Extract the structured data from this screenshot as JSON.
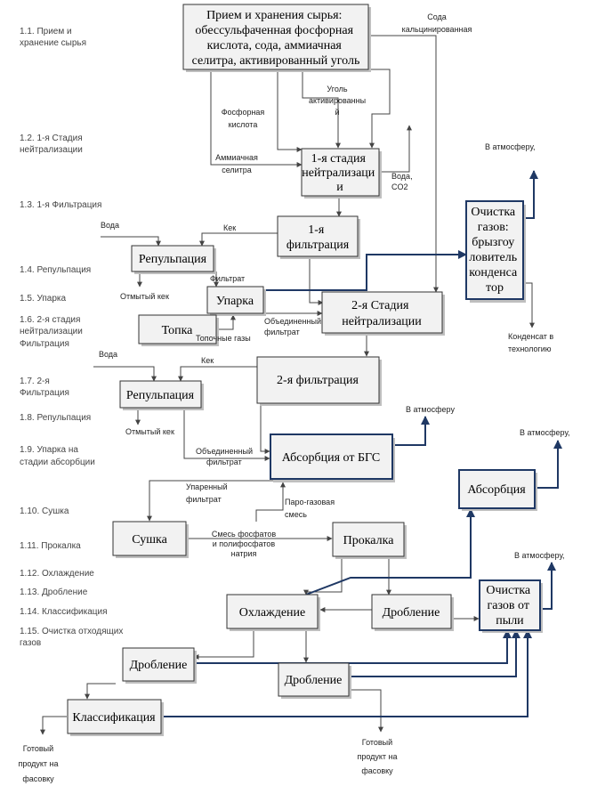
{
  "steps": [
    [
      "1.1. Прием и",
      "хранение сырья"
    ],
    [
      "1.2. 1-я Стадия",
      "нейтрализации"
    ],
    [
      "1.3. 1-я Фильтрация"
    ],
    [
      "1.4. Репульпация"
    ],
    [
      "1.5. Упарка"
    ],
    [
      "1.6. 2-я стадия",
      "нейтрализации",
      "Фильтрация"
    ],
    [
      "1.7. 2-я",
      "Фильтрация"
    ],
    [
      "1.8. Репульпация"
    ],
    [
      "1.9. Упарка на",
      "стадии абсорбции"
    ],
    [
      "1.10. Сушка"
    ],
    [
      "1.11. Прокалка"
    ],
    [
      "1.12. Охлаждение"
    ],
    [
      "1.13. Дробление"
    ],
    [
      "1.14. Классификация"
    ],
    [
      "1.15. Очистка отходящих",
      "газов"
    ]
  ],
  "boxes": {
    "raw": [
      "Прием и хранения сырья:",
      "обессульфаченная  фосфорная",
      "кислота, сода, аммиачная",
      "селитра, активированный уголь"
    ],
    "neut1": [
      "1-я стадия",
      "нейтрализаци",
      "и"
    ],
    "filt1": [
      "1-я",
      "фильтрация"
    ],
    "repulp1": [
      "Репульпация"
    ],
    "evap": [
      "Упарка"
    ],
    "furnace": [
      "Топка"
    ],
    "neut2": [
      "2-я Стадия",
      "нейтрализации"
    ],
    "gasclean": [
      "Очистка",
      "газов:",
      "брызгоу",
      "ловитель",
      "конденса",
      "тор"
    ],
    "filt2": [
      "2-я фильтрация"
    ],
    "repulp2": [
      "Репульпация"
    ],
    "absorb_bgs": [
      "Абсорбция от БГС"
    ],
    "absorb": [
      "Абсорбция"
    ],
    "dry": [
      "Сушка"
    ],
    "calc": [
      "Прокалка"
    ],
    "cool": [
      "Охлаждение"
    ],
    "crush_r": [
      "Дробление"
    ],
    "dustclean": [
      "Очистка",
      "газов от",
      "пыли"
    ],
    "crush_l": [
      "Дробление"
    ],
    "crush_m": [
      "Дробление"
    ],
    "classif": [
      "Классификация"
    ]
  },
  "notes": {
    "soda": [
      "Сода",
      "кальцинированная"
    ],
    "phos": [
      "Фосфорная",
      "кислота"
    ],
    "coal": [
      "Уголь",
      "активированны",
      "й"
    ],
    "ammon": [
      "Аммиачная",
      "селитра"
    ],
    "water_co2": [
      "Вода,",
      "CO2"
    ],
    "atm1": [
      "В атмосферу,"
    ],
    "water1": [
      "Вода"
    ],
    "kek1": [
      "Кек"
    ],
    "washed1": [
      "Отмытый кек"
    ],
    "filtrate": [
      "Фильтрат"
    ],
    "combined1": [
      "Объединенный",
      "фильтрат"
    ],
    "flue": [
      "Топочные газы"
    ],
    "condensate": [
      "Конденсат в",
      "технологию"
    ],
    "water2": [
      "Вода"
    ],
    "kek2": [
      "Кек"
    ],
    "atm2": [
      "В атмосферу"
    ],
    "atm3": [
      "В атмосферу,"
    ],
    "washed2": [
      "Отмытый кек"
    ],
    "combined2": [
      "Объединенный",
      "фильтрат"
    ],
    "evapfilt": [
      "Упаренный",
      "фильтрат"
    ],
    "vapor": [
      "Паро-газовая",
      "смесь"
    ],
    "mix": [
      "Смесь фосфатов",
      "и полифосфатов",
      "натрия"
    ],
    "atm4": [
      "В атмосферу,"
    ],
    "product1": [
      "Готовый",
      "продукт на",
      "фасовку"
    ],
    "product2": [
      "Готовый",
      "продукт на",
      "фасовку"
    ]
  }
}
